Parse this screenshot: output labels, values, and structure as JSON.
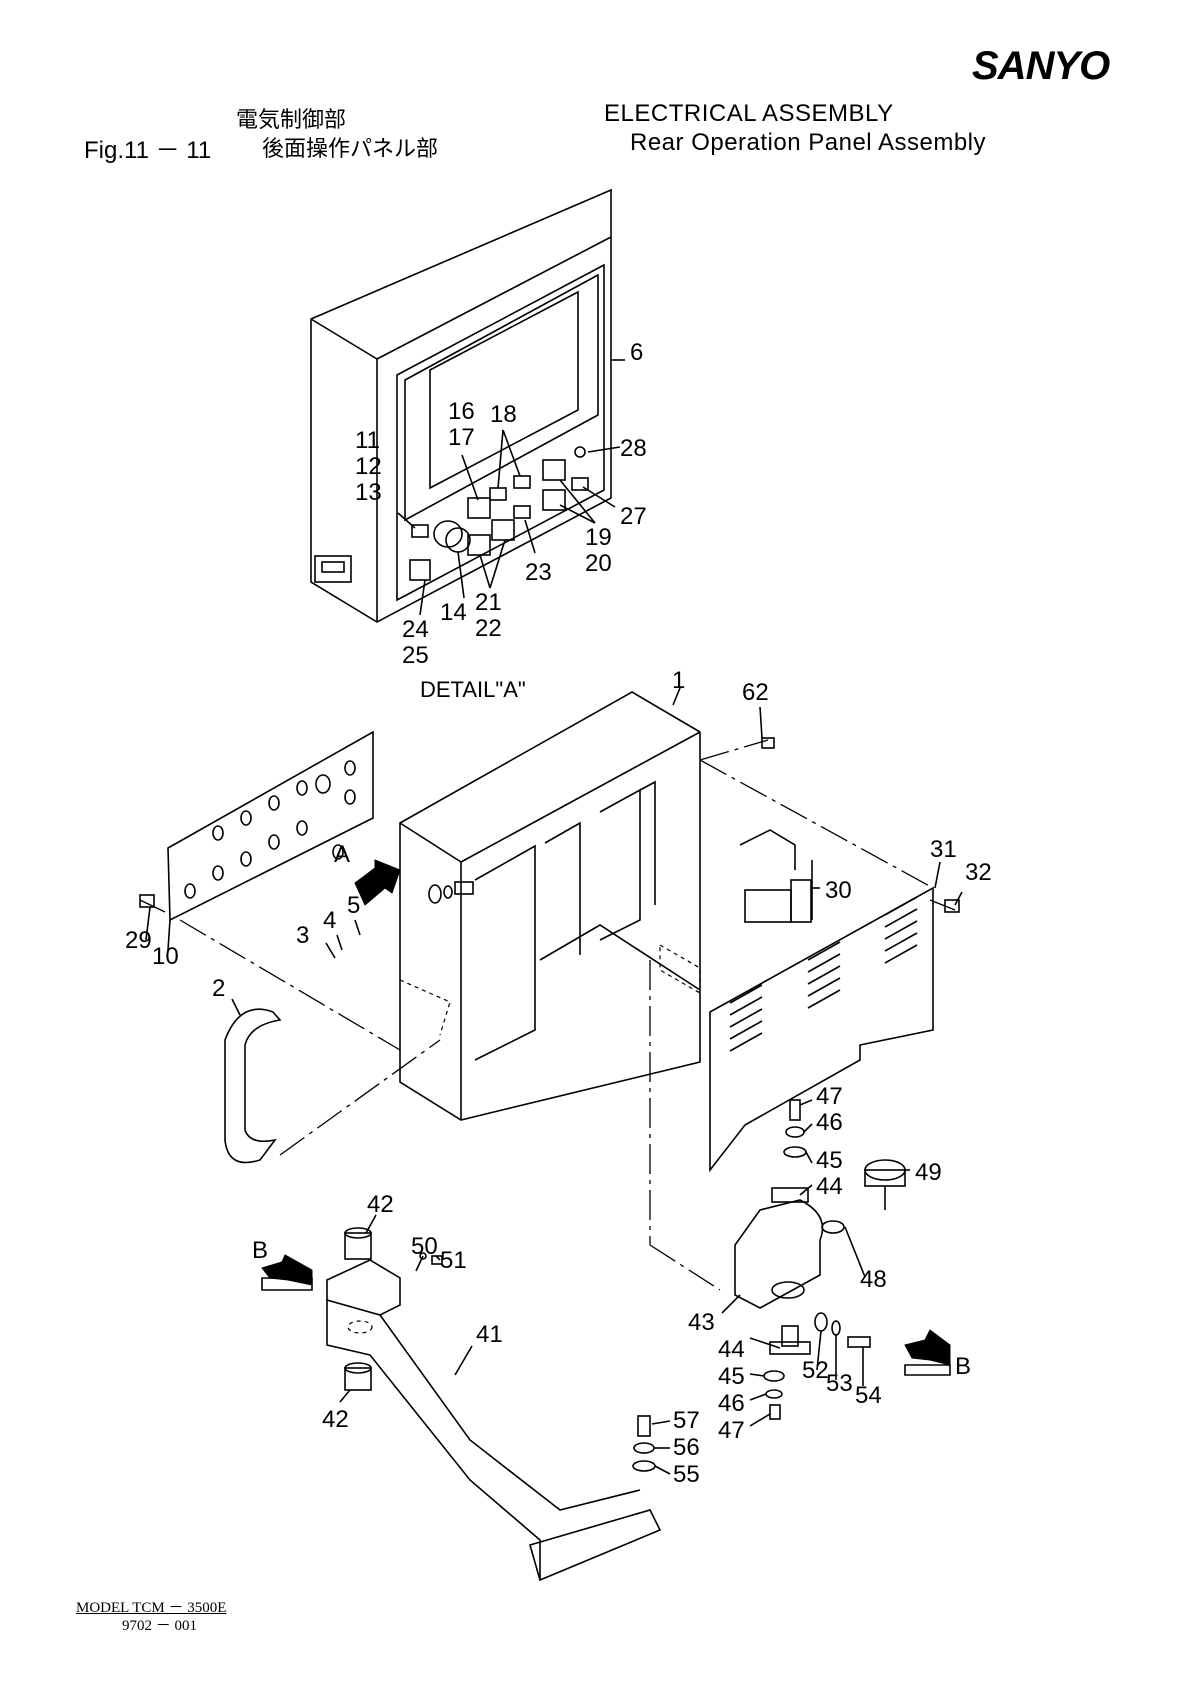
{
  "header": {
    "brand": "SANYO",
    "section_jp": "電気制御部",
    "figure_number": "Fig.11 － 11",
    "subsection_jp": "後面操作パネル部",
    "section_en": "ELECTRICAL  ASSEMBLY",
    "subsection_en": "Rear  Operation  Panel  Assembly"
  },
  "detail_label": "DETAIL\"A\"",
  "view_arrows": {
    "a": "A",
    "b_left": "B",
    "b_right": "B"
  },
  "callouts": {
    "c1": "1",
    "c2": "2",
    "c3": "3",
    "c4": "4",
    "c5": "5",
    "c6": "6",
    "c10": "10",
    "c11": "11",
    "c12": "12",
    "c13": "13",
    "c14": "14",
    "c16": "16",
    "c17": "17",
    "c18": "18",
    "c19": "19",
    "c20": "20",
    "c21": "21",
    "c22": "22",
    "c23": "23",
    "c24": "24",
    "c25": "25",
    "c27": "27",
    "c28": "28",
    "c29": "29",
    "c30": "30",
    "c31": "31",
    "c32": "32",
    "c41": "41",
    "c42a": "42",
    "c42b": "42",
    "c43": "43",
    "c44a": "44",
    "c44b": "44",
    "c45a": "45",
    "c45b": "45",
    "c46a": "46",
    "c46b": "46",
    "c47a": "47",
    "c47b": "47",
    "c48": "48",
    "c49": "49",
    "c50": "50",
    "c51": "51",
    "c52": "52",
    "c53": "53",
    "c54": "54",
    "c55": "55",
    "c56": "56",
    "c57": "57",
    "c62": "62"
  },
  "footer": {
    "model": "MODEL  TCM － 3500E",
    "code": "9702 － 001"
  }
}
